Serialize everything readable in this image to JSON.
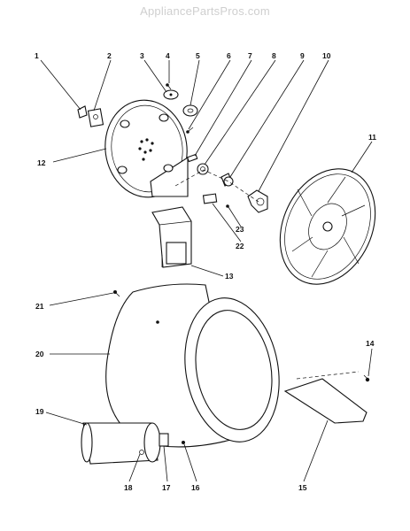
{
  "watermark": "AppliancePartsPros.com",
  "callouts": [
    {
      "id": "1",
      "label": "1"
    },
    {
      "id": "2",
      "label": "2"
    },
    {
      "id": "3",
      "label": "3"
    },
    {
      "id": "4",
      "label": "4"
    },
    {
      "id": "5",
      "label": "5"
    },
    {
      "id": "6",
      "label": "6"
    },
    {
      "id": "7",
      "label": "7"
    },
    {
      "id": "8",
      "label": "8"
    },
    {
      "id": "9",
      "label": "9"
    },
    {
      "id": "10",
      "label": "10"
    },
    {
      "id": "11",
      "label": "11"
    },
    {
      "id": "12",
      "label": "12"
    },
    {
      "id": "13",
      "label": "13"
    },
    {
      "id": "14",
      "label": "14"
    },
    {
      "id": "15",
      "label": "15"
    },
    {
      "id": "16",
      "label": "16"
    },
    {
      "id": "17",
      "label": "17"
    },
    {
      "id": "18",
      "label": "18"
    },
    {
      "id": "19",
      "label": "19"
    },
    {
      "id": "20",
      "label": "20"
    },
    {
      "id": "21",
      "label": "21"
    },
    {
      "id": "22",
      "label": "22"
    },
    {
      "id": "23",
      "label": "23"
    }
  ]
}
